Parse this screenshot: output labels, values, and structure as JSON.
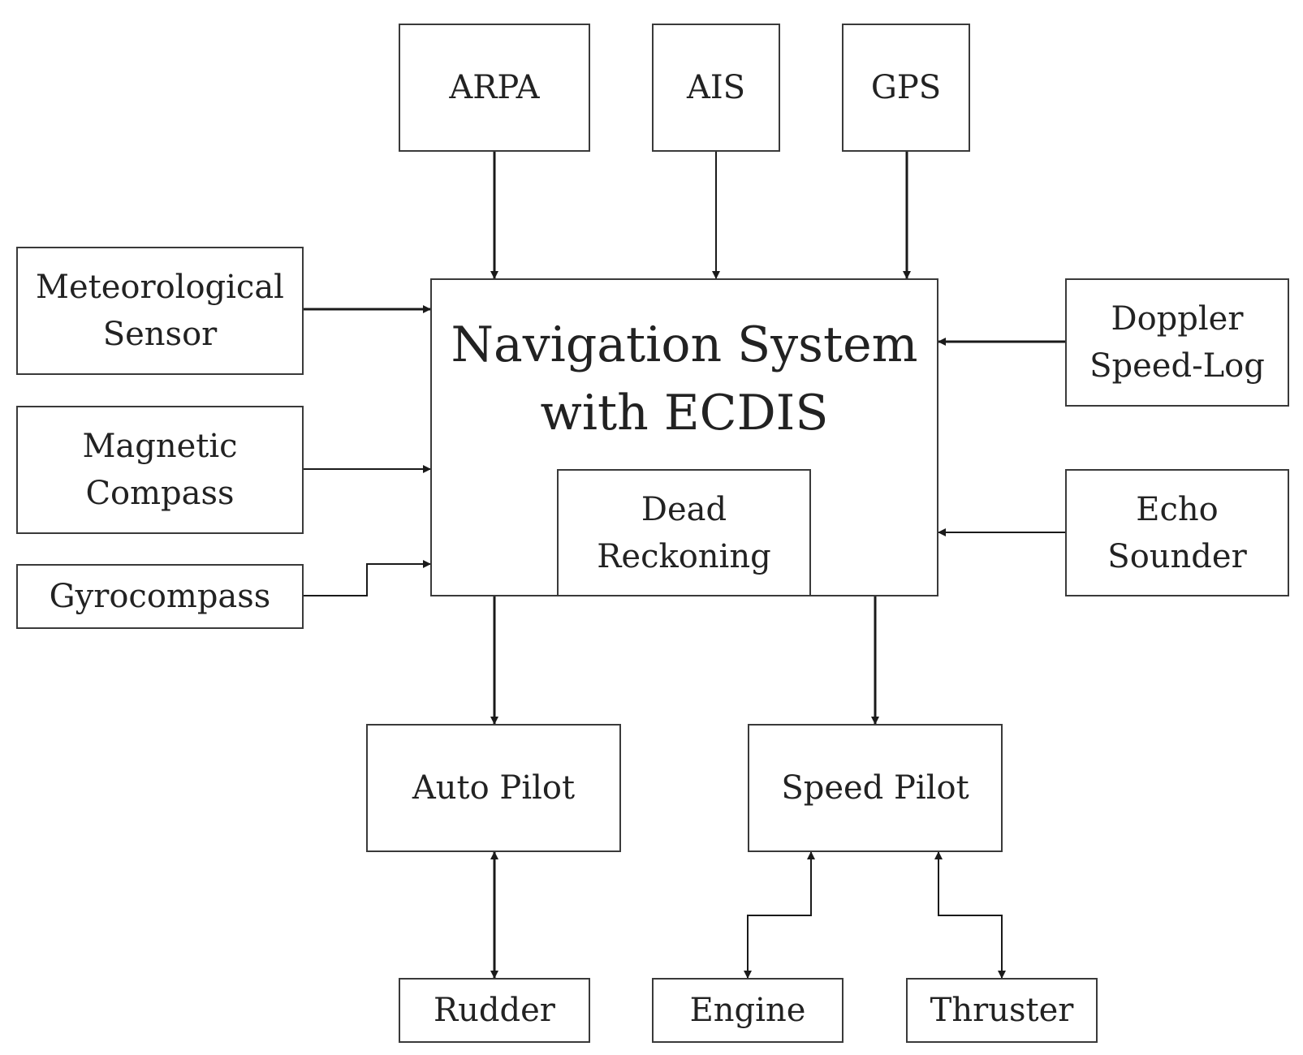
{
  "diagram": {
    "nodes": {
      "arpa": [
        "ARPA"
      ],
      "ais": [
        "AIS"
      ],
      "gps": [
        "GPS"
      ],
      "meteo": [
        "Meteorological",
        "Sensor"
      ],
      "magnetic": [
        "Magnetic",
        "Compass"
      ],
      "gyro": [
        "Gyrocompass"
      ],
      "nav": [
        "Navigation System",
        "with ECDIS"
      ],
      "dead": [
        "Dead",
        "Reckoning"
      ],
      "doppler": [
        "Doppler",
        "Speed-Log"
      ],
      "echo": [
        "Echo",
        "Sounder"
      ],
      "autopilot": [
        "Auto Pilot"
      ],
      "speedpilot": [
        "Speed Pilot"
      ],
      "rudder": [
        "Rudder"
      ],
      "engine": [
        "Engine"
      ],
      "thruster": [
        "Thruster"
      ]
    },
    "edges": [
      {
        "from": "arpa",
        "to": "nav",
        "direction": "forward"
      },
      {
        "from": "ais",
        "to": "nav",
        "direction": "forward"
      },
      {
        "from": "gps",
        "to": "nav",
        "direction": "forward"
      },
      {
        "from": "meteo",
        "to": "nav",
        "direction": "forward"
      },
      {
        "from": "magnetic",
        "to": "nav",
        "direction": "forward"
      },
      {
        "from": "gyro",
        "to": "nav",
        "direction": "forward"
      },
      {
        "from": "doppler",
        "to": "nav",
        "direction": "forward"
      },
      {
        "from": "echo",
        "to": "nav",
        "direction": "forward"
      },
      {
        "from": "nav",
        "to": "autopilot",
        "direction": "forward"
      },
      {
        "from": "nav",
        "to": "speedpilot",
        "direction": "forward"
      },
      {
        "from": "autopilot",
        "to": "rudder",
        "direction": "both"
      },
      {
        "from": "speedpilot",
        "to": "engine",
        "direction": "both"
      },
      {
        "from": "speedpilot",
        "to": "thruster",
        "direction": "both"
      }
    ],
    "colors": {
      "line": "#1a1a1a",
      "border": "#3a3a3a",
      "text": "#222222"
    }
  }
}
